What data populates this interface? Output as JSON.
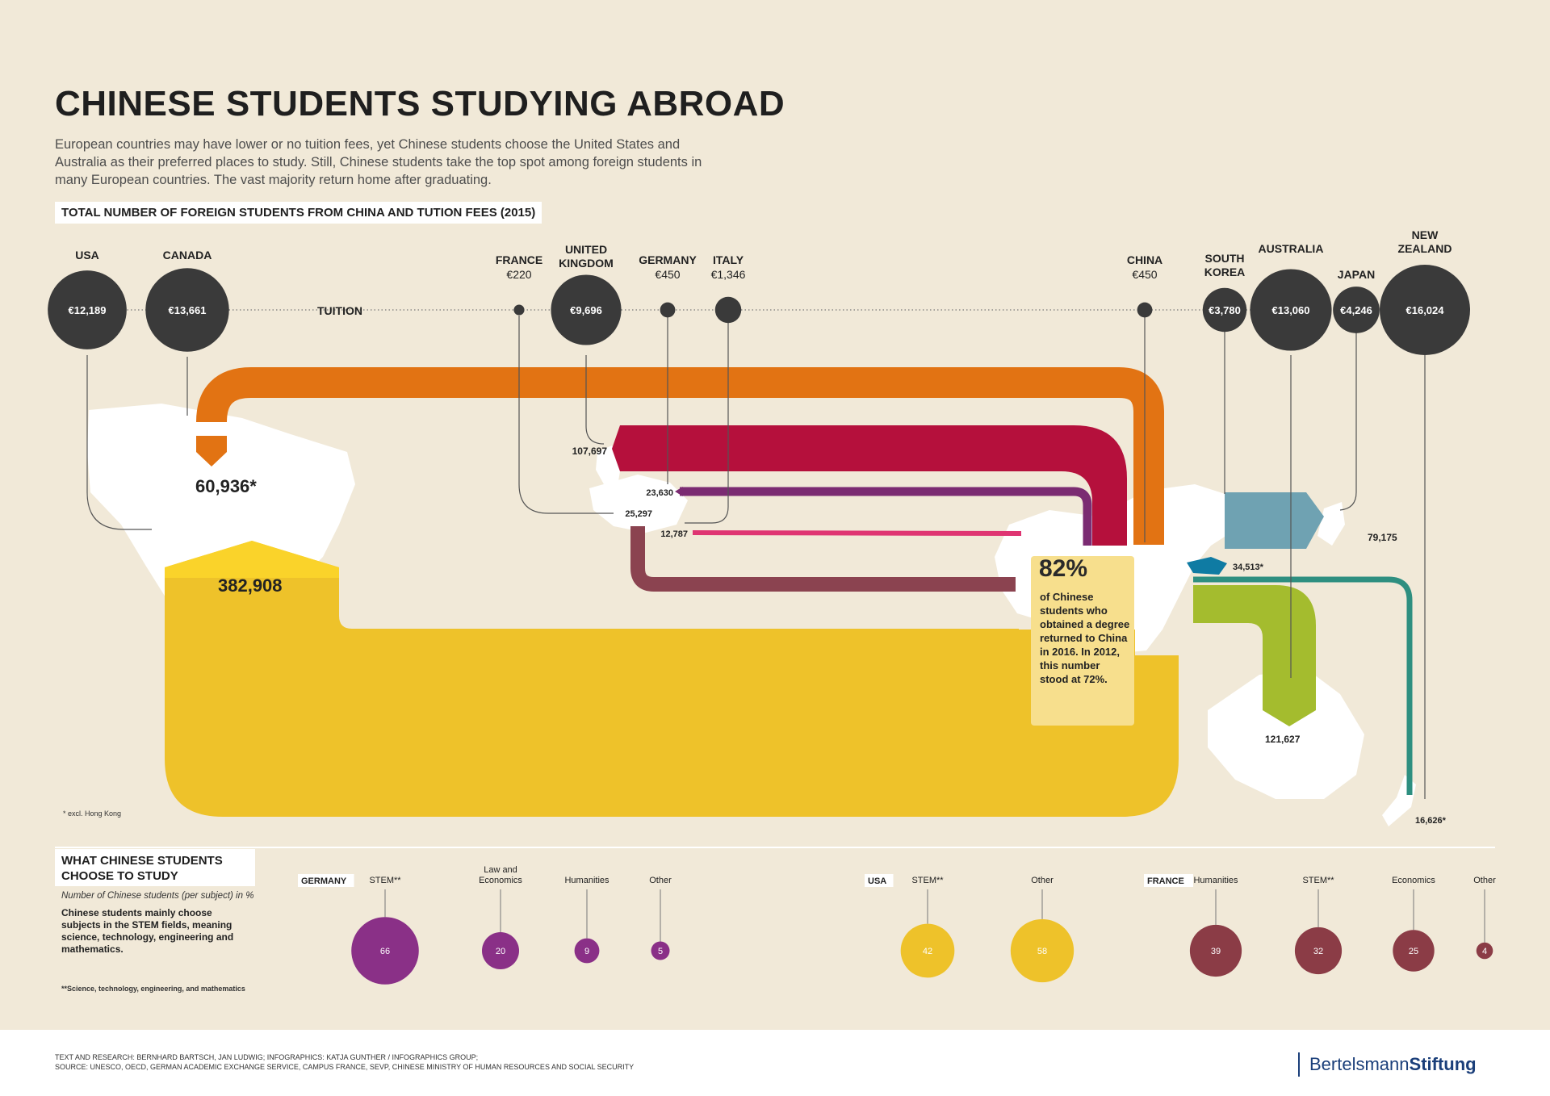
{
  "title": "CHINESE STUDENTS STUDYING ABROAD",
  "intro": "European countries may have lower or no tuition fees, yet Chinese students choose the United States and Australia as their preferred places to study. Still, Chinese students take the top spot among foreign students in many European countries. The vast majority return home after graduating.",
  "section_title": "TOTAL NUMBER OF FOREIGN STUDENTS FROM CHINA AND TUTION FEES (2015)",
  "tuition_label": "TUITION",
  "footnote": "* excl. Hong Kong",
  "china_stat": {
    "percent": "82%",
    "text": "of Chinese students who obtained a degree returned to China in 2016. In 2012, this number stood at 72%."
  },
  "study": {
    "title": "WHAT CHINESE STUDENTS CHOOSE TO STUDY",
    "note": "Number of Chinese students  (per subject) in %",
    "desc": "Chinese students mainly choose subjects in the STEM fields, meaning science, technology, engineering and mathematics.",
    "stem_note": "**Science, technology, engineering, and mathematics"
  },
  "credits_line1": "TEXT AND RESEARCH: BERNHARD BARTSCH, JAN LUDWIG; INFOGRAPHICS: KATJA GUNTHER / INFOGRAPHICS GROUP;",
  "credits_line2": "SOURCE: UNESCO, OECD, GERMAN ACADEMIC EXCHANGE SERVICE, CAMPUS FRANCE, SEVP, CHINESE MINISTRY OF HUMAN RESOURCES AND SOCIAL SECURITY",
  "logo": {
    "part1": "Bertelsmann",
    "part2": "Stiftung"
  },
  "colors": {
    "background": "#f1e9d8",
    "circle": "#3a3a3a",
    "usa_flow": "#eec22a",
    "usa_head": "#fad32a",
    "canada_flow": "#e27313",
    "uk_flow": "#b5103c",
    "germany_flow": "#7b2b72",
    "france_flow": "#8b4350",
    "italy_flow": "#df3572",
    "australia_flow": "#a4bc2e",
    "south_korea_flow": "#6fa2b2",
    "japan_flow": "#6fa2b2",
    "nz_flow": "#2e8f80",
    "germany_subjects": "#8a3087",
    "usa_subjects": "#eec22a",
    "france_subjects": "#8b3c46",
    "map": "#ffffff"
  },
  "chart_data": [
    {
      "type": "bubble",
      "title": "TUITION",
      "unit": "€",
      "categories": [
        "USA",
        "CANADA",
        "FRANCE",
        "UNITED KINGDOM",
        "GERMANY",
        "ITALY",
        "CHINA",
        "SOUTH KOREA",
        "AUSTRALIA",
        "JAPAN",
        "NEW ZEALAND"
      ],
      "values": [
        12189,
        13661,
        220,
        9696,
        450,
        1346,
        450,
        3780,
        13060,
        4246,
        16024
      ],
      "value_labels": [
        "€12,189",
        "€13,661",
        "€220",
        "€9,696",
        "€450",
        "€1,346",
        "€450",
        "€3,780",
        "€13,060",
        "€4,246",
        "€16,024"
      ]
    },
    {
      "type": "flow",
      "title": "TOTAL NUMBER OF FOREIGN STUDENTS FROM CHINA AND TUTION FEES (2015)",
      "categories": [
        "USA",
        "AUSTRALIA",
        "UNITED KINGDOM",
        "JAPAN",
        "CANADA",
        "SOUTH KOREA",
        "FRANCE",
        "GERMANY",
        "NEW ZEALAND",
        "ITALY"
      ],
      "values": [
        382908,
        121627,
        107697,
        79175,
        60936,
        34513,
        25297,
        23630,
        16626,
        12787
      ],
      "value_labels": [
        "382,908",
        "121,627",
        "107,697",
        "79,175",
        "60,936*",
        "34,513*",
        "25,297",
        "23,630",
        "16,626*",
        "12,787"
      ]
    },
    {
      "type": "bubble",
      "title": "GERMANY",
      "unit": "%",
      "categories": [
        "STEM**",
        "Law and Economics",
        "Humanities",
        "Other"
      ],
      "values": [
        66,
        20,
        9,
        5
      ]
    },
    {
      "type": "bubble",
      "title": "USA",
      "unit": "%",
      "categories": [
        "STEM**",
        "Other"
      ],
      "values": [
        42,
        58
      ]
    },
    {
      "type": "bubble",
      "title": "FRANCE",
      "unit": "%",
      "categories": [
        "Humanities",
        "STEM**",
        "Economics",
        "Other"
      ],
      "values": [
        39,
        32,
        25,
        4
      ]
    }
  ]
}
